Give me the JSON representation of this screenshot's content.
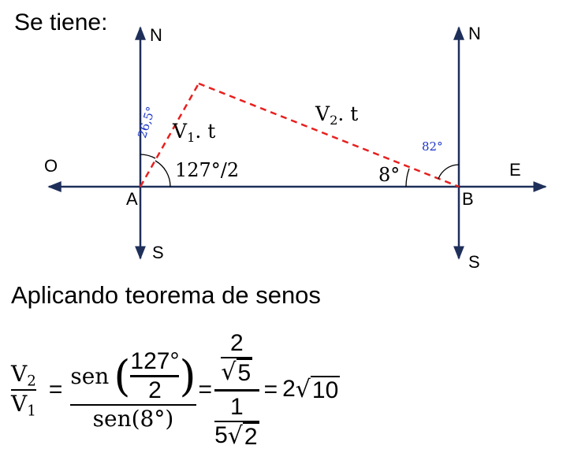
{
  "intro": "Se tiene:",
  "compass": {
    "north": "N",
    "south": "S",
    "east": "E",
    "west": "O"
  },
  "points": {
    "a": "A",
    "b": "B"
  },
  "angles": {
    "a_north": "26,5°",
    "a_east": "127°/2",
    "b_west": "8°",
    "b_north": "82°"
  },
  "distances": {
    "v1_symbol": "V",
    "v1_index": "1",
    "v1_time": ". t",
    "v2_symbol": "V",
    "v2_index": "2",
    "v2_time": ". t"
  },
  "method": "Aplicando teorema de senos",
  "formula": {
    "lhs_num_symbol": "V",
    "lhs_num_index": "2",
    "lhs_den_symbol": "V",
    "lhs_den_index": "1",
    "eq": "=",
    "sen": "sen",
    "inner_num": "127°",
    "inner_den": "2",
    "den": "sen(8°)",
    "f2_num_top": "2",
    "f2_num_root": "5",
    "f2_den_top": "1",
    "f2_den_coef": "5",
    "f2_den_root": "2",
    "result_coef": "2",
    "result_root": "10"
  },
  "colors": {
    "path": "#e8201e",
    "angle_label": "#1c35c9",
    "axes": "#1e2f5a"
  }
}
